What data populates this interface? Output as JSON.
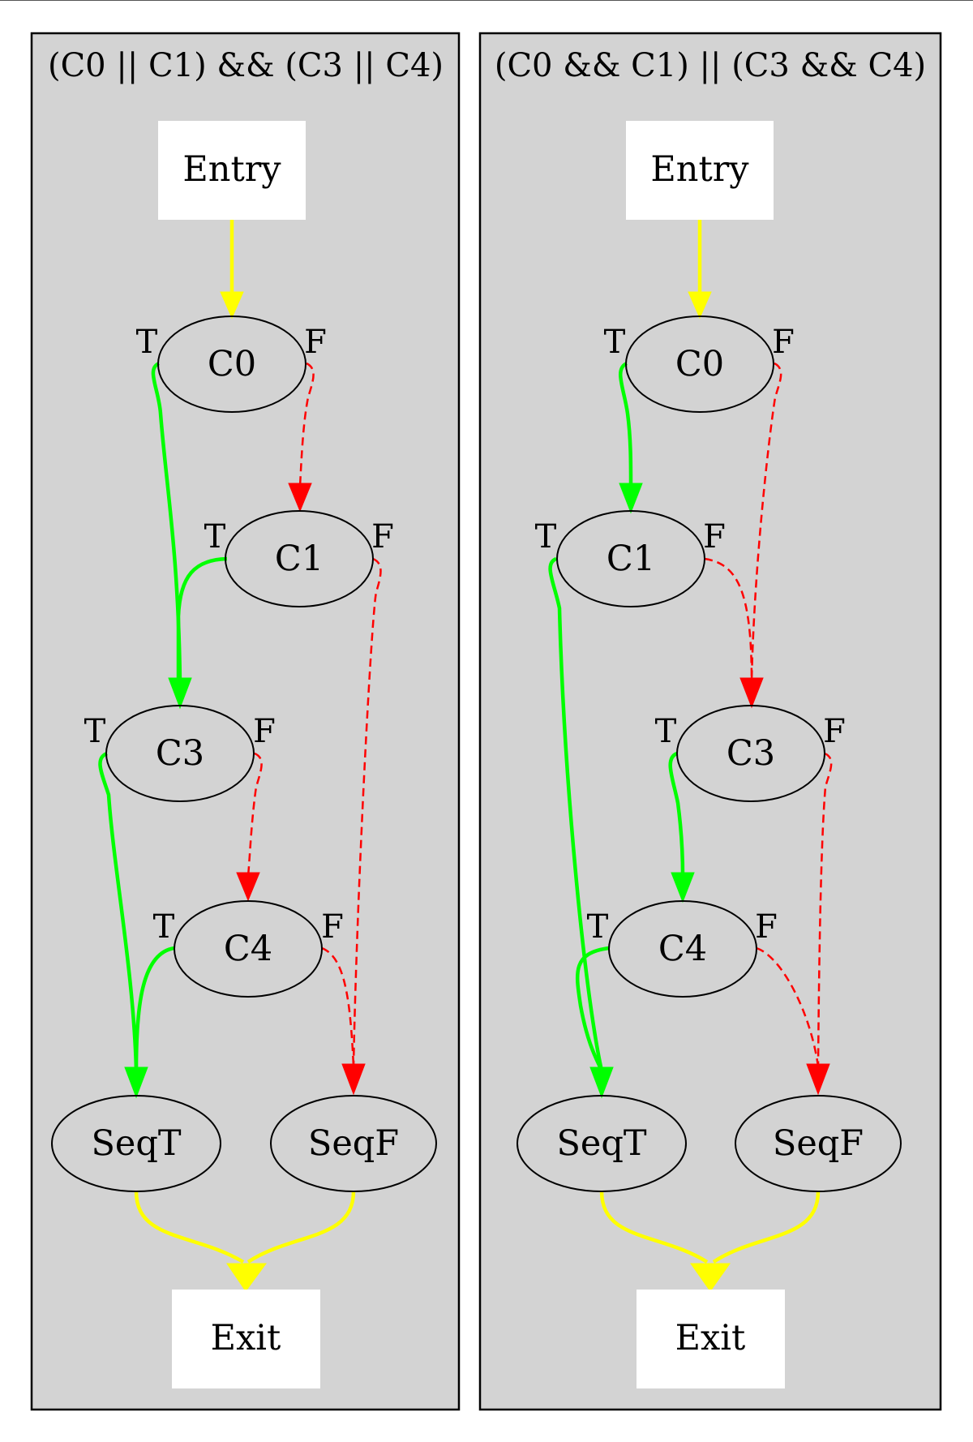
{
  "panels": [
    {
      "title": "(C0 || C1) && (C3 || C4)",
      "nodes": {
        "entry": "Entry",
        "c0": "C0",
        "c1": "C1",
        "c3": "C3",
        "c4": "C4",
        "seqt": "SeqT",
        "seqf": "SeqF",
        "exit": "Exit"
      },
      "edges": [
        {
          "from": "Entry",
          "to": "C0",
          "kind": "flow"
        },
        {
          "from": "C0",
          "to": "C3",
          "port": "T"
        },
        {
          "from": "C0",
          "to": "C1",
          "port": "F"
        },
        {
          "from": "C1",
          "to": "C3",
          "port": "T"
        },
        {
          "from": "C1",
          "to": "SeqF",
          "port": "F"
        },
        {
          "from": "C3",
          "to": "SeqT",
          "port": "T"
        },
        {
          "from": "C3",
          "to": "C4",
          "port": "F"
        },
        {
          "from": "C4",
          "to": "SeqT",
          "port": "T"
        },
        {
          "from": "C4",
          "to": "SeqF",
          "port": "F"
        },
        {
          "from": "SeqT",
          "to": "Exit",
          "kind": "flow"
        },
        {
          "from": "SeqF",
          "to": "Exit",
          "kind": "flow"
        }
      ]
    },
    {
      "title": "(C0 && C1) || (C3 && C4)",
      "nodes": {
        "entry": "Entry",
        "c0": "C0",
        "c1": "C1",
        "c3": "C3",
        "c4": "C4",
        "seqt": "SeqT",
        "seqf": "SeqF",
        "exit": "Exit"
      },
      "edges": [
        {
          "from": "Entry",
          "to": "C0",
          "kind": "flow"
        },
        {
          "from": "C0",
          "to": "C1",
          "port": "T"
        },
        {
          "from": "C0",
          "to": "C3",
          "port": "F"
        },
        {
          "from": "C1",
          "to": "SeqT",
          "port": "T"
        },
        {
          "from": "C1",
          "to": "C3",
          "port": "F"
        },
        {
          "from": "C3",
          "to": "C4",
          "port": "T"
        },
        {
          "from": "C3",
          "to": "SeqF",
          "port": "F"
        },
        {
          "from": "C4",
          "to": "SeqT",
          "port": "T"
        },
        {
          "from": "C4",
          "to": "SeqF",
          "port": "F"
        },
        {
          "from": "SeqT",
          "to": "Exit",
          "kind": "flow"
        },
        {
          "from": "SeqF",
          "to": "Exit",
          "kind": "flow"
        }
      ]
    }
  ],
  "port_labels": {
    "true": "T",
    "false": "F"
  },
  "colors": {
    "true_edge": "#00ff00",
    "false_edge": "#ff0000",
    "flow_edge": "#ffff00",
    "cluster_fill": "#d3d3d3"
  }
}
